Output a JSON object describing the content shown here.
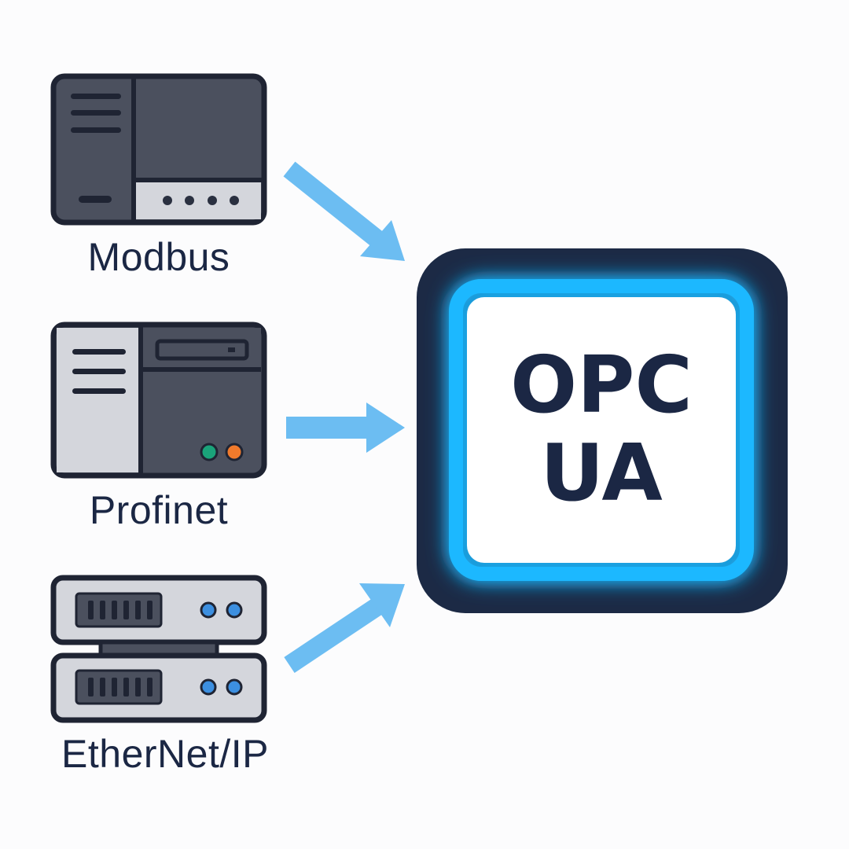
{
  "diagram": {
    "sources": [
      {
        "id": "modbus",
        "label": "Modbus",
        "device_icon": "plc-controller-icon"
      },
      {
        "id": "profinet",
        "label": "Profinet",
        "device_icon": "industrial-pc-icon"
      },
      {
        "id": "ethernet_ip",
        "label": "EtherNet/IP",
        "device_icon": "rack-server-icon"
      }
    ],
    "target": {
      "line1": "OPC",
      "line2": "UA",
      "icon": "glowing-square-hub"
    },
    "connector_icon": "arrow-right-icon"
  },
  "colors": {
    "device_dark": "#4b505e",
    "device_outline": "#1f2433",
    "device_light": "#d4d6dc",
    "arrow": "#6cbdf2",
    "hub_border": "#1c2a45",
    "hub_glow": "#1fb8ff",
    "text": "#1b2744",
    "led_green": "#1aa37a",
    "led_orange": "#f07a2c",
    "led_blue": "#3c8fe0"
  }
}
